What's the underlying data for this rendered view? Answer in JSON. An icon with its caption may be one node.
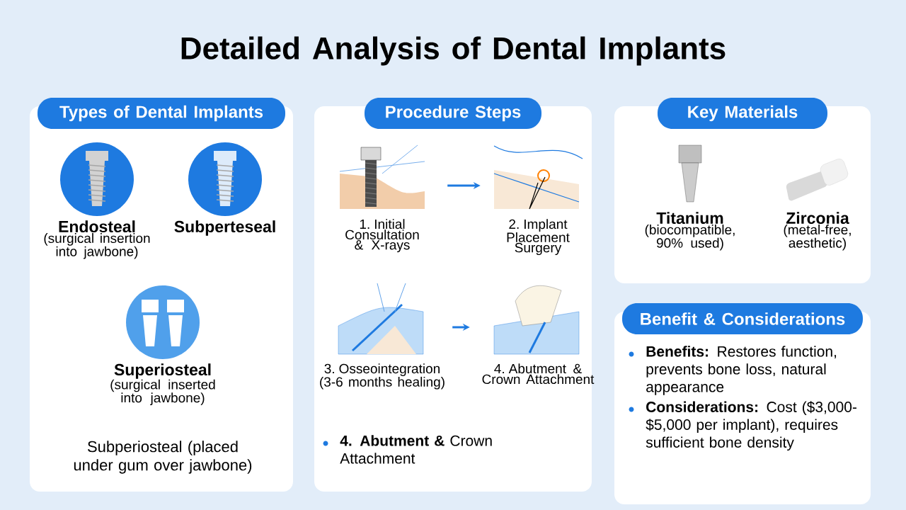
{
  "diagram": {
    "title": "Detailed Analysis of Dental Implants",
    "nodes": [
      {
        "text": [
          "Types of Dental Implants"
        ]
      },
      {
        "text": [
          "Endosteal",
          "(surgical insertion into jawbone)"
        ],
        "in": 0
      },
      {
        "text": [
          "Subperteseal"
        ],
        "in": 0
      },
      {
        "text": [
          "Superiosteal",
          "(surgical inserted into jawbone)"
        ],
        "in": 0
      },
      {
        "text": [
          "Procedure Steps"
        ]
      },
      {
        "text": [
          "1. Initial Consultation & X-rays"
        ],
        "in": 4
      },
      {
        "text": [
          "2. Implant Placement Surgery"
        ],
        "in": 4
      },
      {
        "text": [
          "3. Osseointegration (3-6 months healing)"
        ],
        "in": 4
      },
      {
        "text": [
          "4. Abutment & Crown Attachment"
        ],
        "in": 4
      },
      {
        "text": [
          "Key Materials"
        ]
      },
      {
        "text": [
          "Titanium",
          "(biocompatible, 90% used)"
        ],
        "in": 9
      },
      {
        "text": [
          "Zirconia",
          "(metal-free, aesthetic)"
        ],
        "in": 9
      },
      {
        "text": [
          "Benefit & Considerations"
        ]
      }
    ],
    "edges": [
      {
        "from": 5,
        "to": 6,
        "arrow": "to",
        "color": "#1e7ae0"
      },
      {
        "from": 7,
        "to": 8,
        "arrow": "to",
        "color": "#1e7ae0"
      }
    ],
    "labels": [
      "Subperiosteal (placed under gum over jawbone)",
      "**4. Abutment &** Crown Attachment",
      "**Benefits:** Restores function, prevents bone loss, natural appearance",
      "**Considerations:** Cost ($3,000-$5,000 per implant), requires sufficient bone density"
    ]
  }
}
